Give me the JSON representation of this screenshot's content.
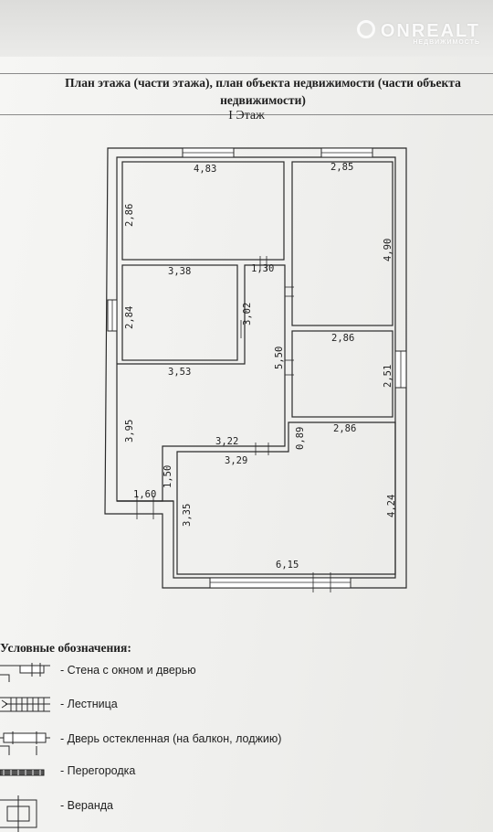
{
  "watermark": {
    "brand": "ONREALT",
    "tagline": "НЕДВИЖИМОСТЬ"
  },
  "document": {
    "title_line1": "План этажа (части этажа), план объекта недвижимости (части объекта",
    "title_line2": "недвижимости)",
    "floor": "I Этаж"
  },
  "plan": {
    "dims": {
      "room1_width": "4,83",
      "room1_height": "2,86",
      "room2_width": "2,85",
      "room2_height": "4,90",
      "room3_width": "3,38",
      "room3_height": "2,84",
      "room3_side": "3,02",
      "corridor_top": "1,30",
      "corridor_len": "5,50",
      "room4_width": "2,86",
      "room4_height": "2,51",
      "hall_width": "3,53",
      "hall_height": "3,95",
      "hall_bottom": "3,22",
      "hall_bottom2": "3,29",
      "step_height": "0,89",
      "room5_width": "2,86",
      "room5_height": "4,24",
      "porch_width": "1,60",
      "porch_height": "1,50",
      "big_room_height": "3,35",
      "big_room_width": "6,15"
    }
  },
  "legend": {
    "title": "Условные обозначения:",
    "items": [
      {
        "label": "- Стена с окном и дверью"
      },
      {
        "label": "- Лестница"
      },
      {
        "label": "- Дверь остекленная (на балкон, лоджию)"
      },
      {
        "label": "- Перегородка"
      },
      {
        "label": "- Веранда"
      }
    ]
  }
}
